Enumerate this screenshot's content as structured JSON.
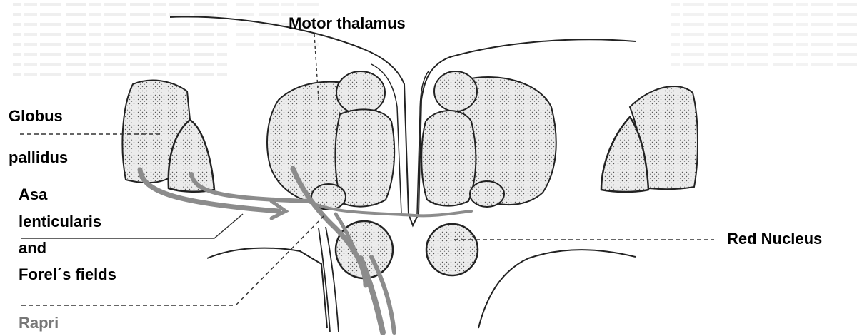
{
  "labels": {
    "motor_thalamus": "Motor thalamus",
    "globus_line1": "Globus",
    "globus_line2": "pallidus",
    "asa_line1": "Asa",
    "asa_line2": "lenticularis",
    "asa_line3": "and",
    "asa_line4": "Forel´s fields",
    "red_nucleus": "Red Nucleus",
    "rapri": "Rapri"
  },
  "colors": {
    "outline": "#222222",
    "fill": "#e6e6e6",
    "pathway": "#8c8c8c",
    "background_text": "#d9d9d9"
  }
}
